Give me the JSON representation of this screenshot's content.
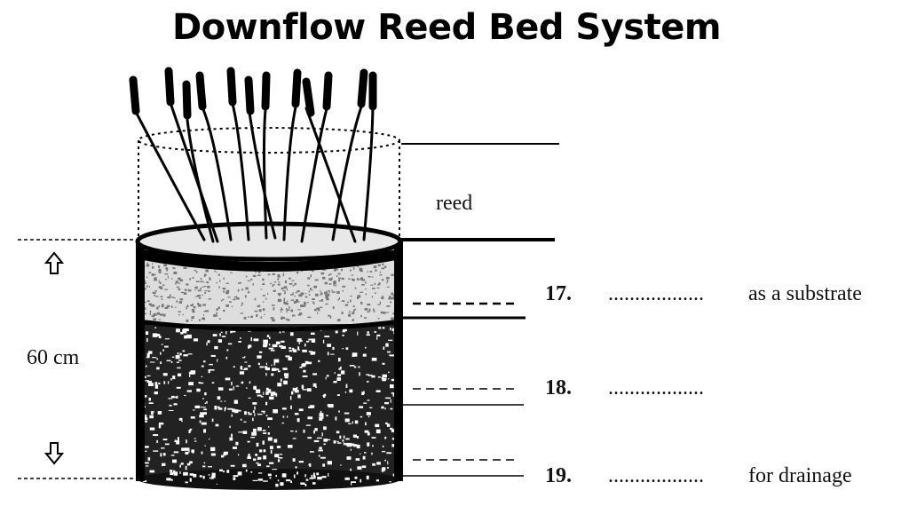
{
  "title": "Downflow Reed Bed System",
  "labels": {
    "reed": "reed",
    "depth": "60 cm"
  },
  "questions": [
    {
      "number": "17.",
      "blank": "..................",
      "text": "as a substrate"
    },
    {
      "number": "18.",
      "blank": "..................",
      "text": ""
    },
    {
      "number": "19.",
      "blank": "..................",
      "text": "for drainage"
    }
  ],
  "icons": {
    "up": "arrow-up-outline-icon",
    "down": "arrow-down-outline-icon"
  }
}
